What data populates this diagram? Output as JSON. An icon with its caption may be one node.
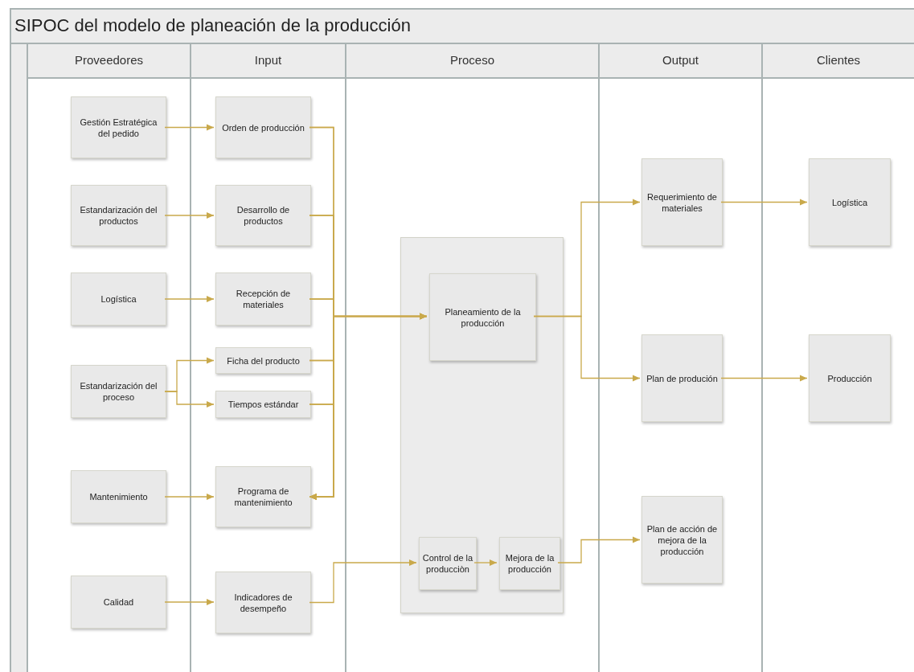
{
  "diagram": {
    "title": "SIPOC del modelo de planeación de la producción",
    "nodes": [
      {
        "text": [
          "Proveedores"
        ]
      },
      {
        "text": [
          "Input"
        ]
      },
      {
        "text": [
          "Proceso"
        ]
      },
      {
        "text": [
          "Output"
        ]
      },
      {
        "text": [
          "Clientes"
        ]
      },
      {
        "text": [
          "Gestión Estratégica del pedido"
        ],
        "in": 0
      },
      {
        "text": [
          "Estandarización del productos"
        ],
        "in": 0
      },
      {
        "text": [
          "Logística"
        ],
        "in": 0
      },
      {
        "text": [
          "Estandarización del proceso"
        ],
        "in": 0
      },
      {
        "text": [
          "Mantenimiento"
        ],
        "in": 0
      },
      {
        "text": [
          "Calidad"
        ],
        "in": 0
      },
      {
        "text": [
          "Orden de producción"
        ],
        "in": 1
      },
      {
        "text": [
          "Desarrollo de productos"
        ],
        "in": 1
      },
      {
        "text": [
          "Recepción de materiales"
        ],
        "in": 1
      },
      {
        "text": [
          "Ficha del producto"
        ],
        "in": 1
      },
      {
        "text": [
          "Tiempos estándar"
        ],
        "in": 1
      },
      {
        "text": [
          "Programa de mantenimiento"
        ],
        "in": 1
      },
      {
        "text": [
          "Indicadores de desempeño"
        ],
        "in": 1
      },
      {
        "text": [],
        "shape": "box",
        "in": 2
      },
      {
        "text": [
          "Planeamiento de la producción"
        ],
        "in": 18
      },
      {
        "text": [
          "Control de la producciòn"
        ],
        "in": 18
      },
      {
        "text": [
          "Mejora de la producción"
        ],
        "in": 18
      },
      {
        "text": [
          "Requerimiento de materiales"
        ],
        "in": 3
      },
      {
        "text": [
          "Plan de produción"
        ],
        "in": 3
      },
      {
        "text": [
          "Plan de acción de mejora de la producción"
        ],
        "in": 3
      },
      {
        "text": [
          "Logística"
        ],
        "in": 4
      },
      {
        "text": [
          "Producción"
        ],
        "in": 4
      }
    ],
    "edges": [
      {
        "from": 5,
        "to": 11,
        "arrow": "to"
      },
      {
        "from": 6,
        "to": 12,
        "arrow": "to"
      },
      {
        "from": 7,
        "to": 13,
        "arrow": "to"
      },
      {
        "from": 8,
        "to": 14,
        "arrow": "to"
      },
      {
        "from": 8,
        "to": 15,
        "arrow": "to"
      },
      {
        "from": 9,
        "to": 16,
        "arrow": "to"
      },
      {
        "from": 10,
        "to": 17,
        "arrow": "to"
      },
      {
        "from": 11,
        "to": 19,
        "arrow": "to"
      },
      {
        "from": 12,
        "to": 19,
        "arrow": "to"
      },
      {
        "from": 13,
        "to": 19,
        "arrow": "to"
      },
      {
        "from": 14,
        "to": 19,
        "arrow": "to"
      },
      {
        "from": 15,
        "to": 19,
        "arrow": "to"
      },
      {
        "from": 11,
        "to": 16,
        "arrow": "to"
      },
      {
        "from": 12,
        "to": 16,
        "arrow": "to"
      },
      {
        "from": 13,
        "to": 16,
        "arrow": "to"
      },
      {
        "from": 14,
        "to": 16,
        "arrow": "to"
      },
      {
        "from": 15,
        "to": 16,
        "arrow": "to"
      },
      {
        "from": 17,
        "to": 20,
        "arrow": "to"
      },
      {
        "from": 20,
        "to": 21,
        "arrow": "to"
      },
      {
        "from": 21,
        "to": 24,
        "arrow": "to"
      },
      {
        "from": 19,
        "to": 22,
        "arrow": "to"
      },
      {
        "from": 19,
        "to": 23,
        "arrow": "to"
      },
      {
        "from": 22,
        "to": 25,
        "arrow": "to"
      },
      {
        "from": 23,
        "to": 26,
        "arrow": "to"
      }
    ]
  }
}
